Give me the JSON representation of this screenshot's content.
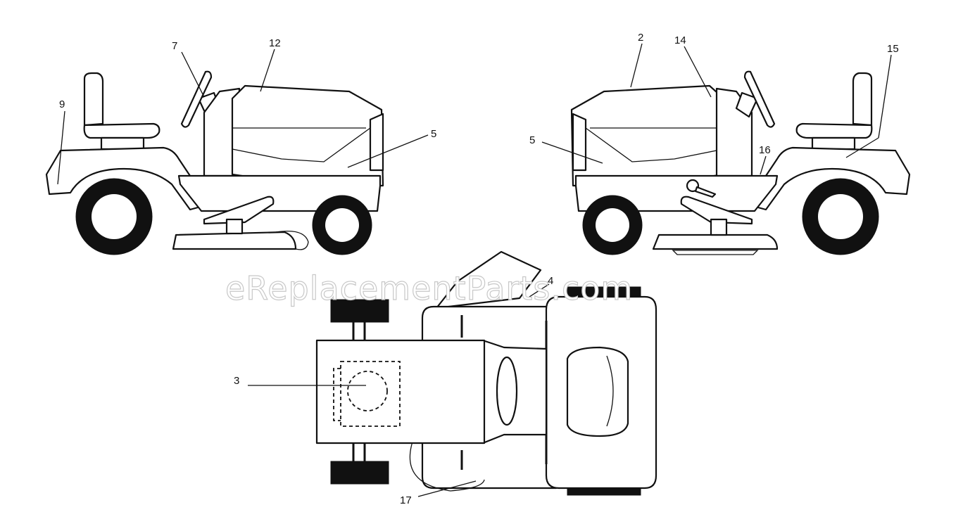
{
  "watermark": "eReplacementParts.com",
  "callouts": {
    "left_view": [
      "7",
      "12",
      "9",
      "5"
    ],
    "right_view": [
      "2",
      "14",
      "15",
      "5",
      "16"
    ],
    "top_view": [
      "4",
      "3",
      "17"
    ]
  },
  "colors": {
    "ink": "#111111",
    "watermark": "#c8c8c8",
    "background": "#ffffff"
  }
}
